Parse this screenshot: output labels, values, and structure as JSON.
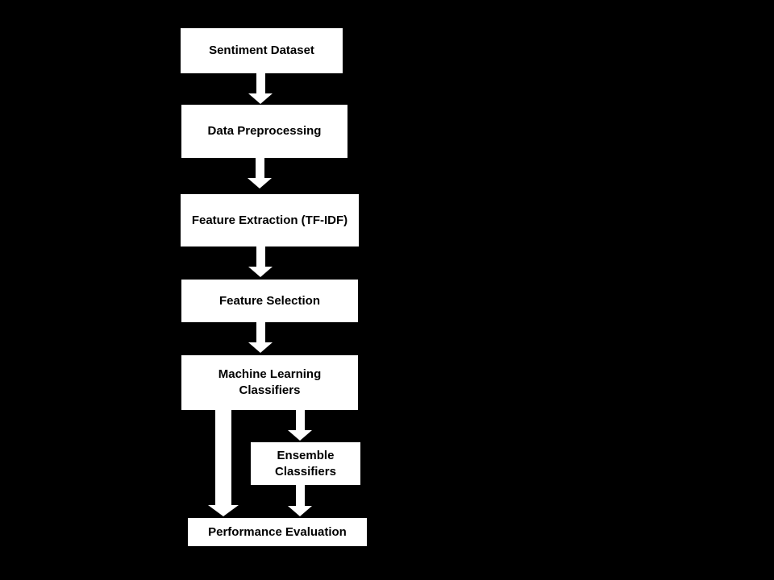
{
  "diagram": {
    "type": "flowchart",
    "background_color": "#000000",
    "node_fill_color": "#ffffff",
    "node_text_color": "#000000",
    "arrow_color": "#ffffff",
    "icons": {
      "flow_arrow": "▼"
    },
    "nodes": [
      {
        "id": "sentiment-dataset",
        "label": "Sentiment Dataset"
      },
      {
        "id": "data-preprocessing",
        "label": "Data Preprocessing"
      },
      {
        "id": "feature-extraction",
        "label": "Feature Extraction (TF-IDF)"
      },
      {
        "id": "feature-selection",
        "label": "Feature Selection"
      },
      {
        "id": "ml-classifiers",
        "label": "Machine Learning\nClassifiers"
      },
      {
        "id": "ensemble-classifiers",
        "label": "Ensemble\nClassifiers"
      },
      {
        "id": "performance-evaluation",
        "label": "Performance Evaluation"
      }
    ],
    "edges": [
      {
        "from": "sentiment-dataset",
        "to": "data-preprocessing"
      },
      {
        "from": "data-preprocessing",
        "to": "feature-extraction"
      },
      {
        "from": "feature-extraction",
        "to": "feature-selection"
      },
      {
        "from": "feature-selection",
        "to": "ml-classifiers"
      },
      {
        "from": "ml-classifiers",
        "to": "ensemble-classifiers"
      },
      {
        "from": "ml-classifiers",
        "to": "performance-evaluation"
      },
      {
        "from": "ensemble-classifiers",
        "to": "performance-evaluation"
      }
    ]
  }
}
